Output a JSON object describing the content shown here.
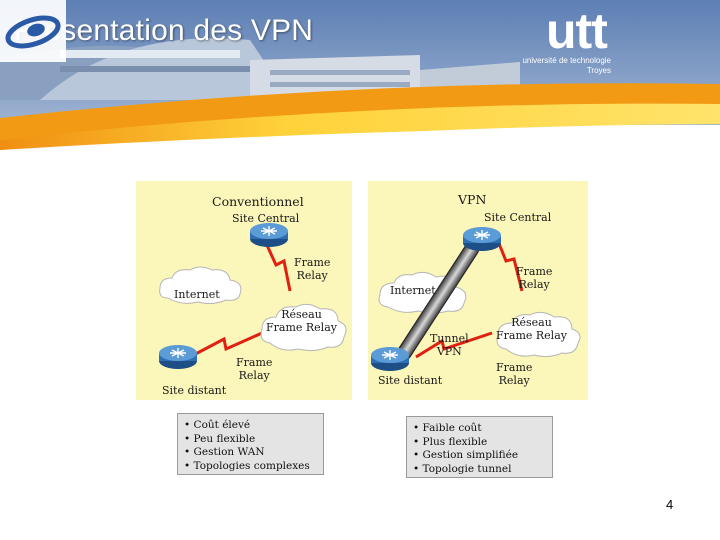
{
  "slide": {
    "title": "Présentation des VPN",
    "page_number": "4"
  },
  "logo": {
    "word": "utt",
    "line1": "université de technologie",
    "line2": "Troyes"
  },
  "colors": {
    "banner_sky": "#6f8fbe",
    "banner_orange": "#f2a21a",
    "banner_yellow": "#ffd23a",
    "panel_bg": "#fbf6b9",
    "router_blue": "#2e6fb3",
    "bolt_red": "#e02010"
  },
  "left_diagram": {
    "heading": "Conventionnel",
    "site_central": "Site Central",
    "frame_relay_top": "Frame\nRelay",
    "internet": "Internet",
    "reseau": "Réseau\nFrame Relay",
    "frame_relay_bottom": "Frame\nRelay",
    "site_distant": "Site distant"
  },
  "right_diagram": {
    "heading": "VPN",
    "site_central": "Site Central",
    "frame_relay_top": "Frame\nRelay",
    "internet": "Internet",
    "tunnel": "Tunnel\nVPN",
    "reseau": "Réseau\nFrame Relay",
    "frame_relay_bottom": "Frame\nRelay",
    "site_distant": "Site distant"
  },
  "left_bullets": [
    "Coût élevé",
    "Peu flexible",
    "Gestion WAN",
    "Topologies complexes"
  ],
  "right_bullets": [
    "Faible coût",
    "Plus flexible",
    "Gestion simplifiée",
    "Topologie tunnel"
  ]
}
